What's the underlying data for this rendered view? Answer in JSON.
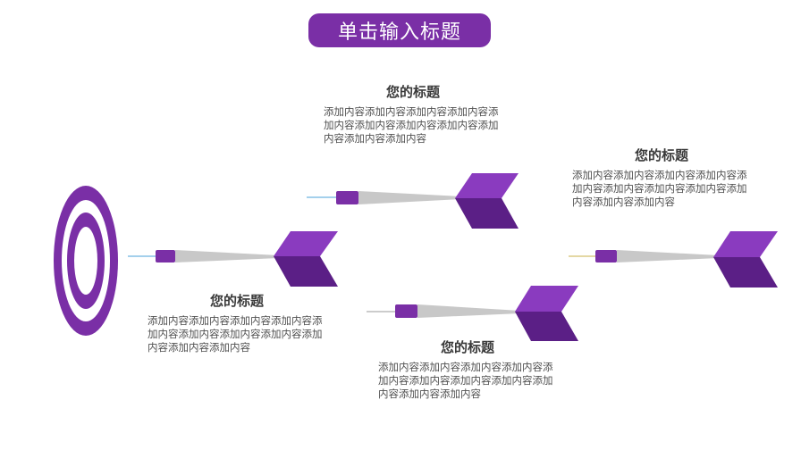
{
  "title": "单击输入标题",
  "colors": {
    "accent": "#7a2fa6",
    "accent_dark": "#5b1f86",
    "accent_mid": "#8a3bbf",
    "shaft": "#c8c8c8",
    "text_heading": "#3a3a3a",
    "text_body": "#505050"
  },
  "blocks": [
    {
      "heading": "您的标题",
      "body": "添加内容添加内容添加内容添加内容添加内容添加内容添加内容添加内容添加内容添加内容添加内容"
    },
    {
      "heading": "您的标题",
      "body": "添加内容添加内容添加内容添加内容添加内容添加内容添加内容添加内容添加内容添加内容添加内容"
    },
    {
      "heading": "您的标题",
      "body": "添加内容添加内容添加内容添加内容添加内容添加内容添加内容添加内容添加内容添加内容添加内容"
    },
    {
      "heading": "您的标题",
      "body": "添加内容添加内容添加内容添加内容添加内容添加内容添加内容添加内容添加内容添加内容添加内容"
    }
  ]
}
